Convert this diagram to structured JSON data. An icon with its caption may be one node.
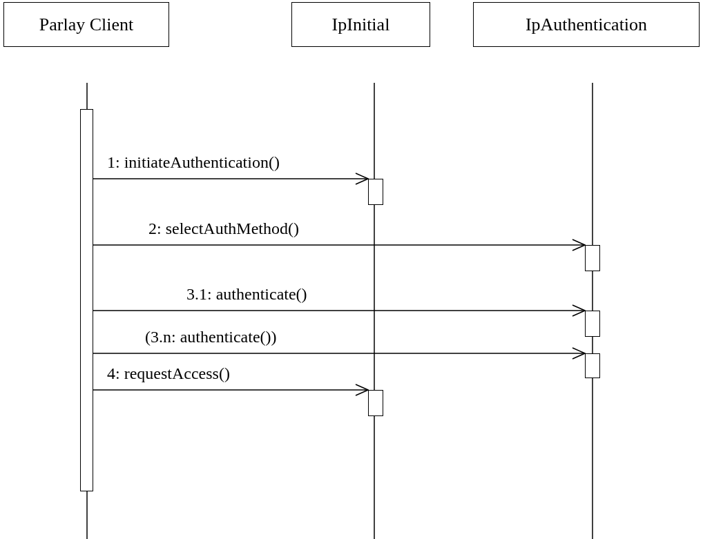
{
  "diagram": {
    "nodes": [
      {
        "text": [
          "Parlay Client"
        ]
      },
      {
        "text": [
          "IpInitial"
        ]
      },
      {
        "text": [
          "IpAuthentication"
        ]
      },
      {
        "text": [],
        "shape": "bar"
      },
      {
        "text": [],
        "shape": "bar"
      },
      {
        "text": [],
        "shape": "bar"
      },
      {
        "text": [],
        "shape": "bar"
      },
      {
        "text": [],
        "shape": "bar"
      },
      {
        "text": [],
        "shape": "bar"
      }
    ],
    "edges": [
      {
        "from": 3,
        "to": 4,
        "arrow": "to",
        "label": "1: initiateAuthentication()"
      },
      {
        "from": 3,
        "to": 5,
        "arrow": "to",
        "label": "2: selectAuthMethod()"
      },
      {
        "from": 3,
        "to": 6,
        "arrow": "to",
        "label": "3.1: authenticate()"
      },
      {
        "from": 3,
        "to": 7,
        "arrow": "to",
        "label": "(3.n: authenticate())"
      },
      {
        "from": 3,
        "to": 8,
        "arrow": "to",
        "label": "4: requestAccess()"
      }
    ]
  }
}
